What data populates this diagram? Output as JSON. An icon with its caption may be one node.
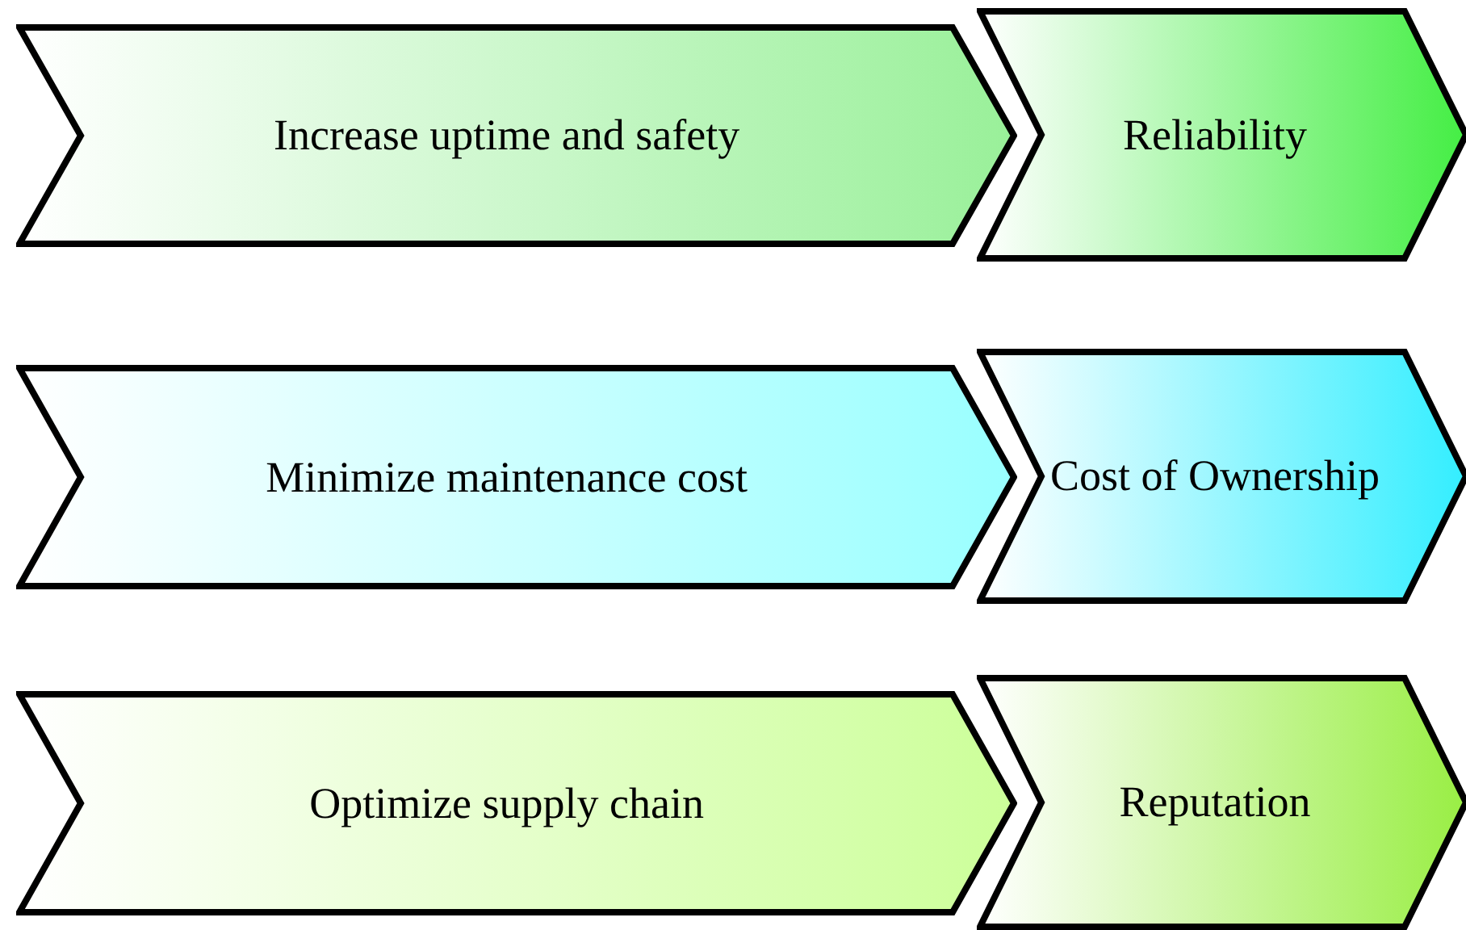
{
  "diagram": {
    "nodes": [
      {
        "text": [
          "Increase uptime and safety"
        ]
      },
      {
        "text": [
          "Reliability"
        ]
      },
      {
        "text": [
          "Minimize maintenance cost"
        ]
      },
      {
        "text": [
          "Cost of Ownership"
        ]
      },
      {
        "text": [
          "Optimize supply chain"
        ]
      },
      {
        "text": [
          "Reputation"
        ]
      }
    ]
  }
}
